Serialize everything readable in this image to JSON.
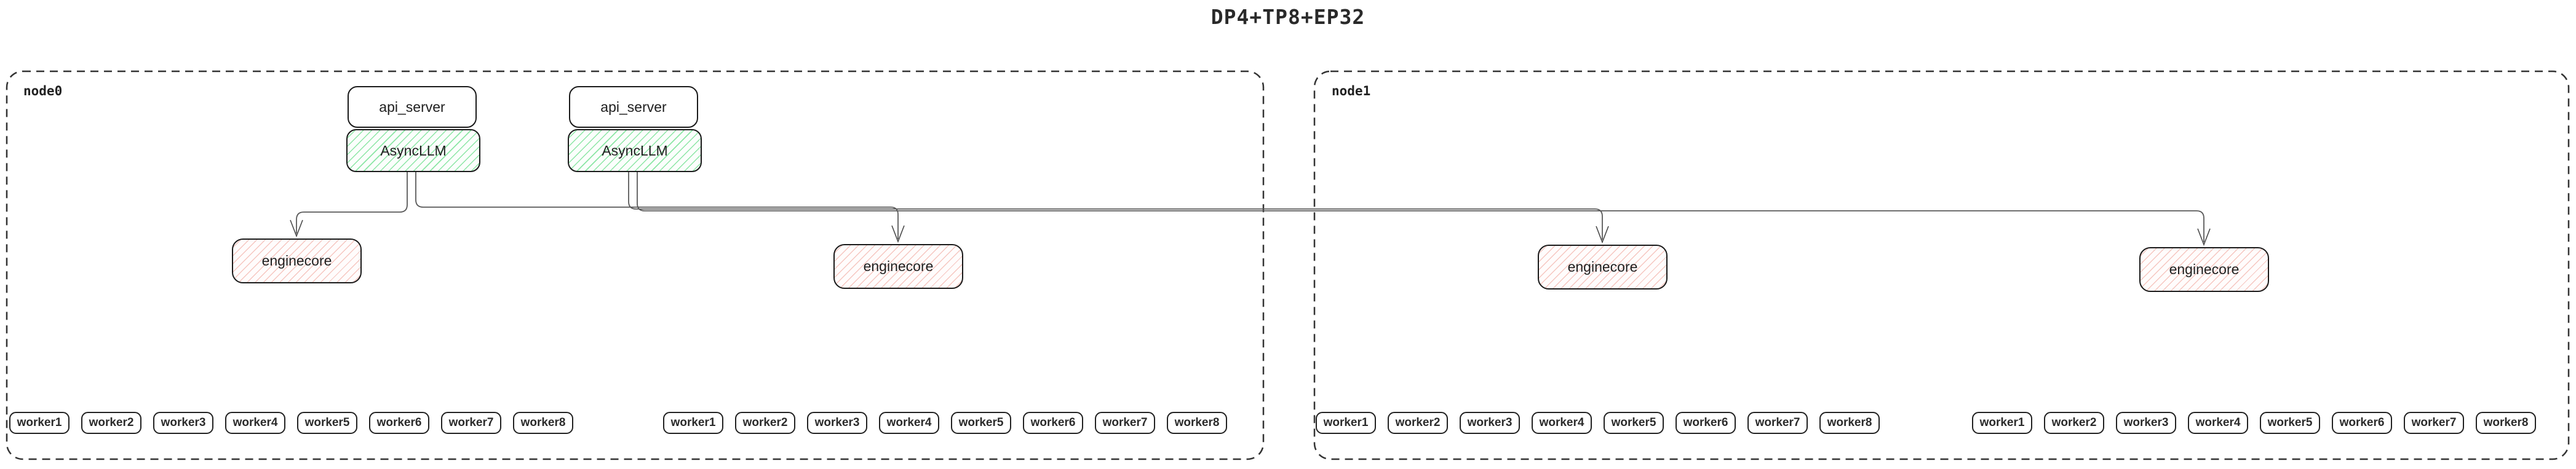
{
  "title": "DP4+TP8+EP32",
  "nodes": [
    {
      "label": "node0"
    },
    {
      "label": "node1"
    }
  ],
  "server_pairs": [
    {
      "api_server": "api_server",
      "asyncllm": "AsyncLLM"
    },
    {
      "api_server": "api_server",
      "asyncllm": "AsyncLLM"
    }
  ],
  "enginecores": [
    {
      "label": "enginecore"
    },
    {
      "label": "enginecore"
    },
    {
      "label": "enginecore"
    },
    {
      "label": "enginecore"
    }
  ],
  "workers": {
    "labels": [
      "worker1",
      "worker2",
      "worker3",
      "worker4",
      "worker5",
      "worker6",
      "worker7",
      "worker8"
    ],
    "groups": 4
  },
  "colors": {
    "background": "#ffffff",
    "box_border": "#1a1a1a",
    "node_border": "#333333",
    "green_hatch": "#8ce6a5",
    "red_hatch": "#f6c6c0",
    "connector_line": "#5a5a5a",
    "text": "#1f1f1f"
  }
}
